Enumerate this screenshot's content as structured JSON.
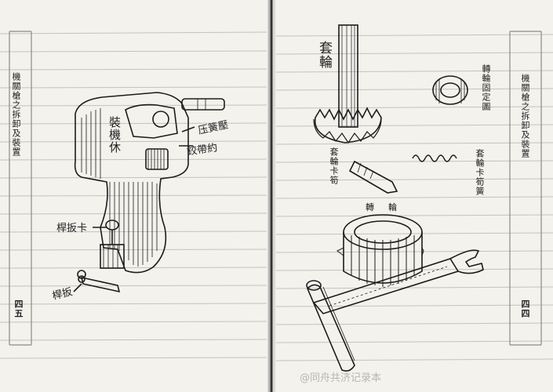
{
  "left_page": {
    "side_title": "機關槍之拆卸及裝置",
    "page_number": "四五",
    "labels": {
      "body": "裝機休",
      "lock_piece": "压簧壓",
      "spring_hook": "鉸帶約",
      "latch": "桿扳卡",
      "lever": "桿扳"
    }
  },
  "right_page": {
    "side_title": "機關槍之拆卸及裝置",
    "page_number": "四四",
    "labels": {
      "sprocket_top": "套輪",
      "ring_title": "轉輪固定圖",
      "latch_pin": "套輪卡筍",
      "spring": "套輪卡筍簧",
      "drum": "轉輪"
    }
  },
  "watermark": "@同舟共济记录本"
}
